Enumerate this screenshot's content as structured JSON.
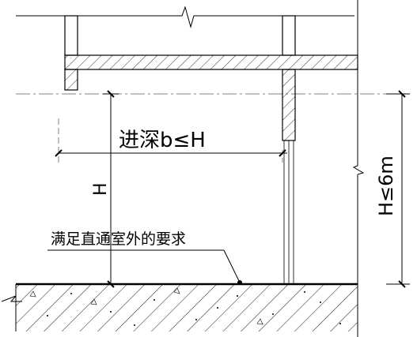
{
  "labels": {
    "depth": "进深b≤H",
    "height_h": "H",
    "height_limit": "H≤6m",
    "requirement": "满足直通室外的要求"
  },
  "colors": {
    "line": "#000000",
    "dash": "#7f7f7f",
    "hatch": "#000000",
    "background": "#ffffff"
  }
}
